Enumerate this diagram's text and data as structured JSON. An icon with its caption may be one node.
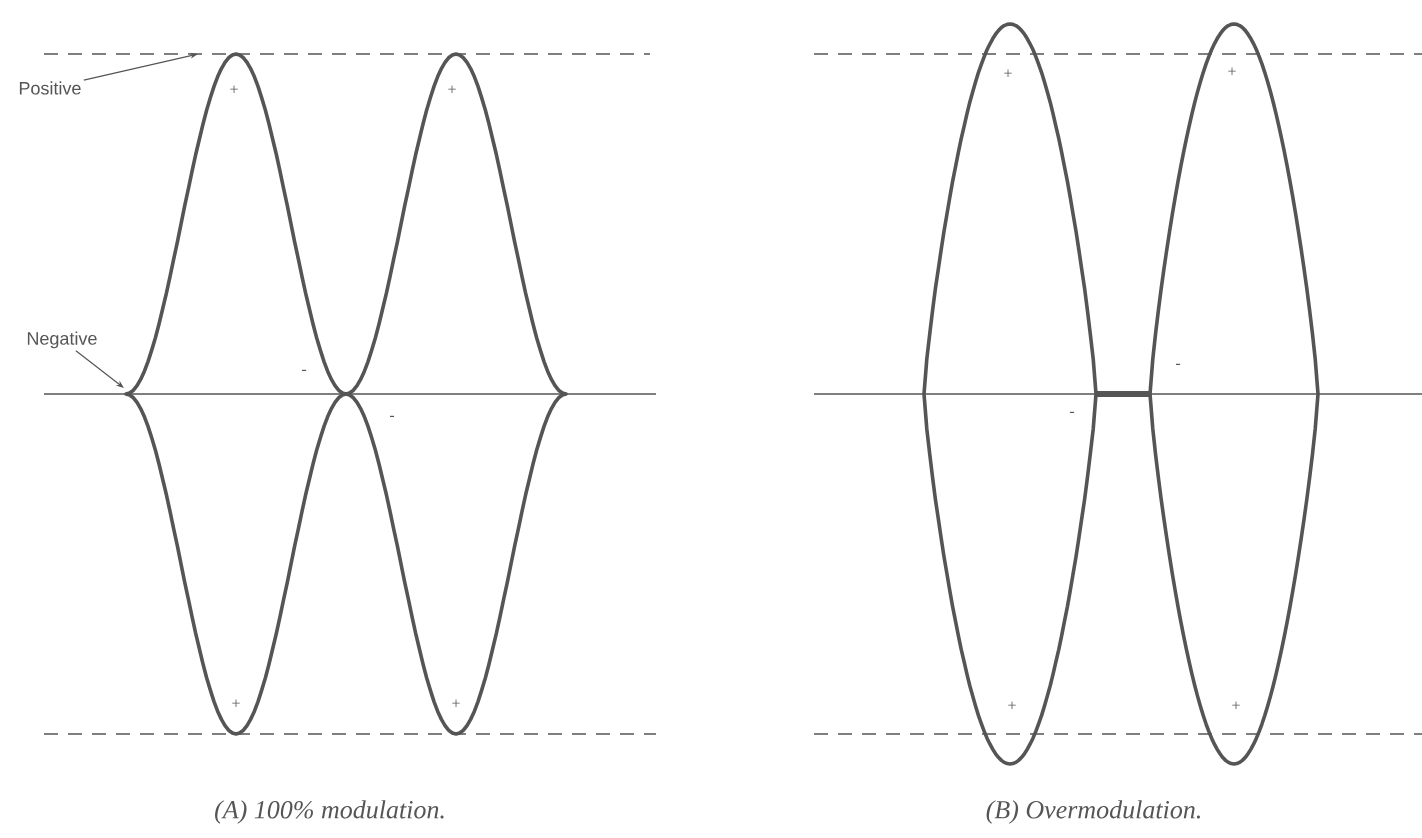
{
  "diagram": {
    "nodes": [
      {
        "text": [
          "Positive"
        ]
      },
      {
        "text": [
          "Negative"
        ]
      }
    ],
    "edges": [
      {
        "from": 0,
        "to": null,
        "arrow": "to"
      },
      {
        "from": 1,
        "to": null,
        "arrow": "to"
      }
    ],
    "labels": [
      "+",
      "+",
      "-",
      "-",
      "+",
      "+",
      "(A) 100% modulation.",
      "+",
      "+",
      "-",
      "-",
      "+",
      "+",
      "(B) Overmodulation."
    ]
  }
}
